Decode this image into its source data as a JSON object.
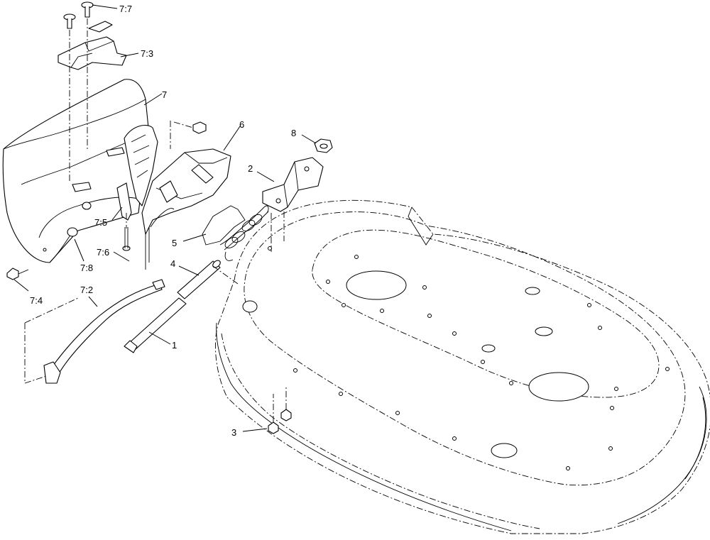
{
  "callouts": {
    "c7_7": "7:7",
    "c7_3": "7:3",
    "c7": "7",
    "c6": "6",
    "c8": "8",
    "c2": "2",
    "c7_5": "7:5",
    "c5": "5",
    "c7_6": "7:6",
    "c4": "4",
    "c7_8": "7:8",
    "c7_4": "7:4",
    "c7_2": "7:2",
    "c1": "1",
    "c3": "3"
  }
}
